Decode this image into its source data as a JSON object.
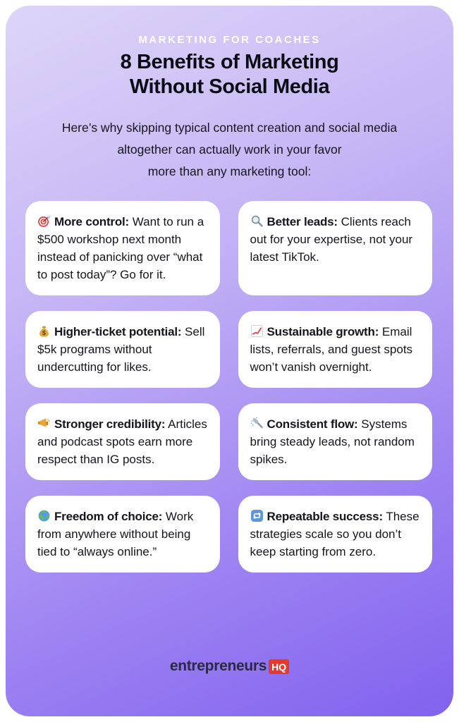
{
  "header": {
    "eyebrow": "MARKETING FOR COACHES",
    "title_line1": "8 Benefits of Marketing",
    "title_line2": "Without Social Media",
    "subtitle_line1": "Here’s why skipping typical content creation and social media",
    "subtitle_line2": "altogether can actually work in your favor",
    "subtitle_line3": "more than any marketing tool:"
  },
  "cards": [
    {
      "icon": "target-icon",
      "heading": "More control:",
      "body": " Want to run a $500 workshop next month instead of panicking over “what to post today”? Go for it."
    },
    {
      "icon": "magnifying-glass-icon",
      "heading": "Better leads:",
      "body": " Clients reach out for your expertise, not your latest TikTok."
    },
    {
      "icon": "money-bag-icon",
      "heading": "Higher-ticket potential:",
      "body": " Sell $5k programs without undercutting for likes."
    },
    {
      "icon": "chart-increasing-icon",
      "heading": "Sustainable growth:",
      "body": " Email lists, referrals, and guest spots won’t vanish overnight."
    },
    {
      "icon": "megaphone-icon",
      "heading": "Stronger credibility:",
      "body": " Articles and podcast spots earn more respect than IG posts."
    },
    {
      "icon": "shower-icon",
      "heading": "Consistent flow:",
      "body": " Systems bring steady leads, not random spikes."
    },
    {
      "icon": "globe-icon",
      "heading": "Freedom of choice:",
      "body": " Work from anywhere without being tied to “always online.”"
    },
    {
      "icon": "repeat-icon",
      "heading": "Repeatable success:",
      "body": " These strategies scale so you don’t keep starting from zero."
    }
  ],
  "footer": {
    "brand": "entrepreneurs",
    "badge": "HQ"
  },
  "colors": {
    "background_top": "#ddd6f8",
    "background_bottom": "#8162ee",
    "card_background": "#ffffff",
    "title_text": "#0c0c15",
    "eyebrow_text": "#ffffff",
    "badge_red": "#e23b2e",
    "brand_text": "#2b2a44"
  }
}
